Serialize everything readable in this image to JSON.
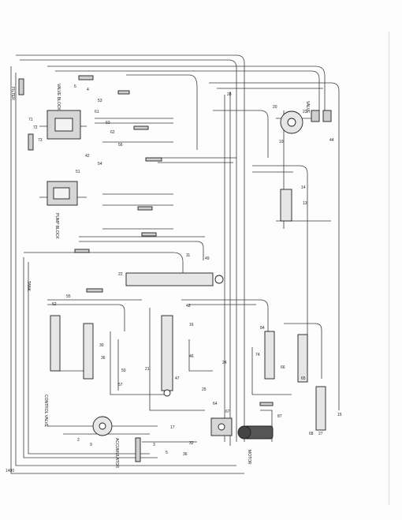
{
  "page_id": "1400",
  "component_labels": [
    "VALVE BLOCK",
    "PUMP BLOCK",
    "CONTROL VALVE",
    "TANK",
    "FILTER",
    "VALVE",
    "MOTOR",
    "ACCUMULATOR"
  ],
  "callout_numbers": [
    "6",
    "4",
    "53",
    "71",
    "72",
    "73",
    "61",
    "63",
    "62",
    "56",
    "42",
    "54",
    "51",
    "28",
    "23",
    "20",
    "10",
    "14",
    "13",
    "49",
    "22",
    "11",
    "55",
    "52",
    "48",
    "16",
    "30",
    "36",
    "50",
    "46",
    "47",
    "21",
    "57",
    "15",
    "27",
    "68",
    "87",
    "74",
    "84",
    "66",
    "24",
    "67",
    "64",
    "25",
    "32",
    "36",
    "17",
    "9",
    "2",
    "3",
    "5",
    "44",
    "65"
  ],
  "colors": {
    "line": "#3a3a3a",
    "component": "#1e1e1e",
    "fill_light": "#d6d6d6"
  }
}
